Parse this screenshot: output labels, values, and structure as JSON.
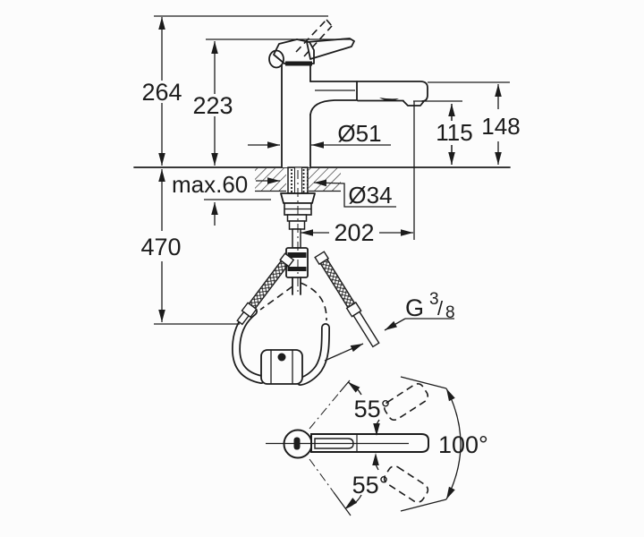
{
  "drawing": {
    "kind": "technical installation diagram",
    "product": "pull-out kitchen faucet",
    "colors": {
      "line": "#1c1c1c",
      "background": "#fcfcfc"
    },
    "side_view": {
      "dims": {
        "overall_height": "264",
        "spout_top_height": "223",
        "counter_thickness": "max.60",
        "hose_drop": "470",
        "body_diameter": "Ø51",
        "aerator_height": "115",
        "outlet_height": "148",
        "shank_diameter": "Ø34",
        "spout_reach": "202",
        "thread": {
          "g": "G",
          "numerator": "3",
          "slash": "/",
          "denominator": "8"
        }
      }
    },
    "top_view": {
      "swivel_upper": "55°",
      "swivel_total": "100°",
      "swivel_lower": "55°"
    }
  }
}
